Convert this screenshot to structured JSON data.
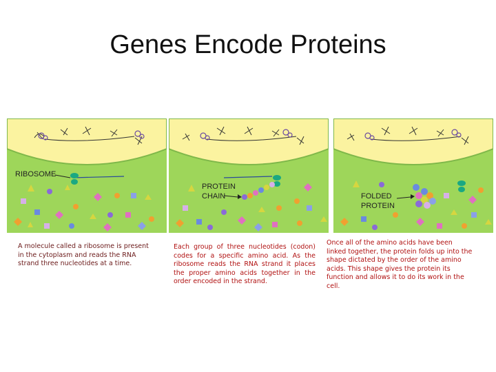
{
  "slide": {
    "title": "Genes Encode Proteins"
  },
  "panels": [
    {
      "labels": [
        "RIBOSOME"
      ],
      "caption": "A molecule called a ribosome is present in the cytoplasm and reads the RNA strand three nucleotides at a time."
    },
    {
      "labels": [
        "PROTEIN",
        "CHAIN"
      ],
      "caption": "Each group of three nucleotides (codon) codes for a specific amino acid. As the ribosome reads the RNA strand it places the proper amino acids together in the order encoded in the strand."
    },
    {
      "labels": [
        "FOLDED",
        "PROTEIN"
      ],
      "caption": "Once all of the amino acids have been linked together, the protein folds up into the shape dictated by the order of the amino acids. This shape gives the protein its function and allows it to do its work in the cell."
    }
  ],
  "colors": {
    "nucleus": "#fbf3a0",
    "cytoplasm": "#9ed65a",
    "membrane": "#7fb84a",
    "ribosome": "#1aa882",
    "caption_text": "#b01010"
  }
}
